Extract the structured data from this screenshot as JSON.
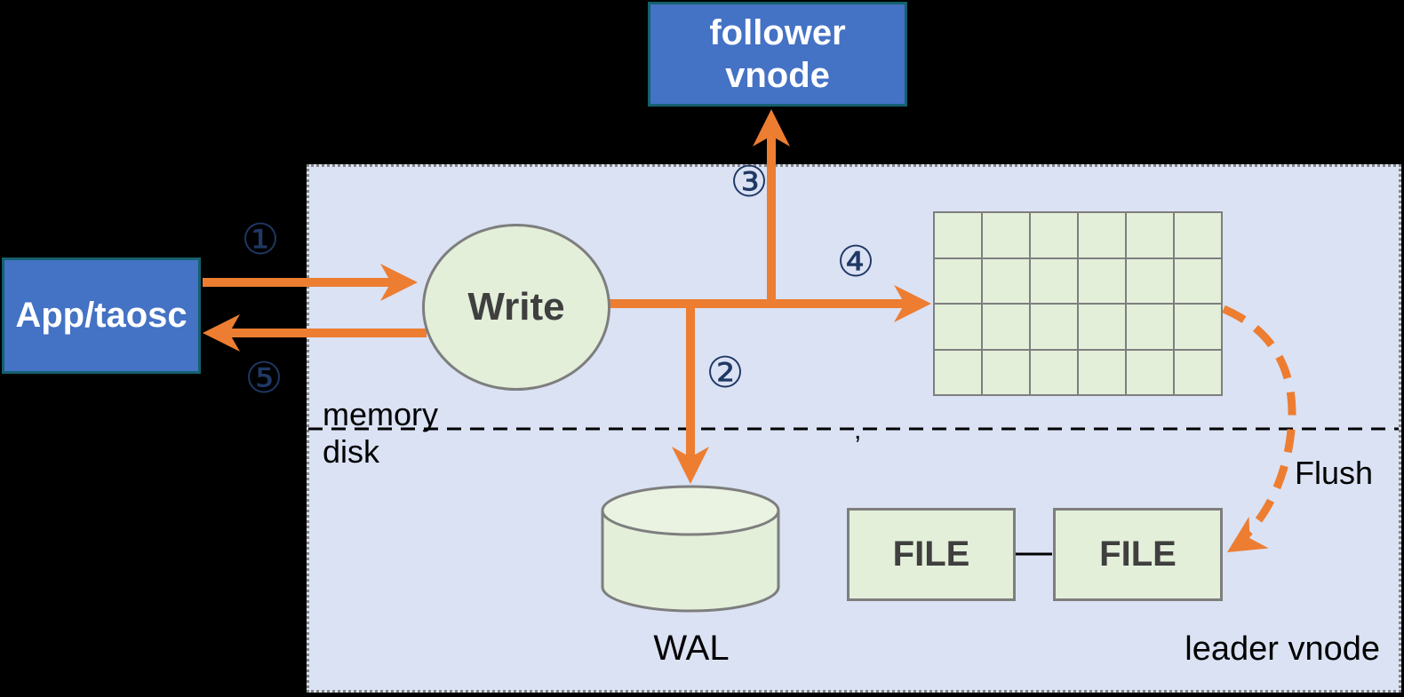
{
  "colors": {
    "orange": "#ED7D31",
    "navy": "#1F3864",
    "blue_fill": "#4472C4",
    "blue_border": "#15606E",
    "green_fill": "#E3EFD9",
    "green_fill_light": "#EAF3E2",
    "green_border": "#7E7E7E",
    "container_fill": "#DAE2F4",
    "container_border": "#858585",
    "text_dark": "#3F3F3F",
    "text_black": "#000000"
  },
  "nodes": {
    "app": {
      "label": "App/taosc"
    },
    "follower": {
      "label": "follower vnode"
    },
    "write": {
      "label": "Write"
    },
    "wal": {
      "label": "WAL"
    },
    "file1": {
      "label": "FILE"
    },
    "file2": {
      "label": "FILE"
    },
    "memtable": {
      "rows": 4,
      "cols": 6
    }
  },
  "labels": {
    "memory": "memory",
    "disk": "disk",
    "flush": "Flush",
    "leader": "leader vnode",
    "comma": ","
  },
  "steps": {
    "s1": "①",
    "s2": "②",
    "s3": "③",
    "s4": "④",
    "s5": "⑤"
  }
}
